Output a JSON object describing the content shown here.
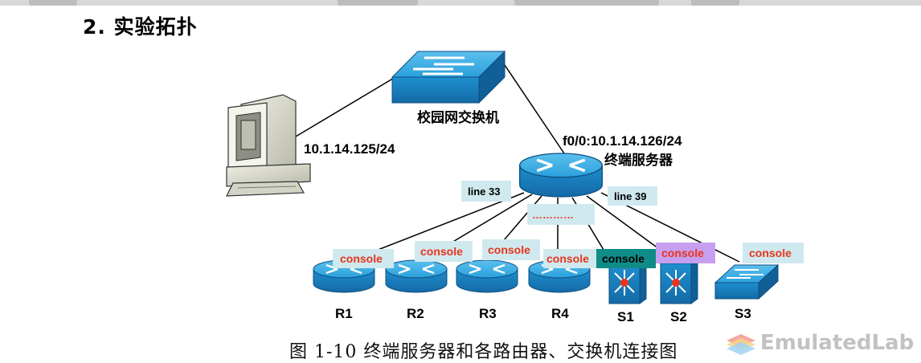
{
  "heading": "2. 实验拓扑",
  "caption": "图 1-10 终端服务器和各路由器、交换机连接图",
  "watermark": "EmulatedLab",
  "pc_ip": "10.1.14.125/24",
  "campus_switch": "校园网交换机",
  "server_interface": "f0/0:10.1.14.126/24",
  "server_name": "终端服务器",
  "line_left": "line 33",
  "line_right": "line 39",
  "ellipsis": "…………",
  "console_label": "console",
  "devices": {
    "r1": "R1",
    "r2": "R2",
    "r3": "R3",
    "r4": "R4",
    "s1": "S1",
    "s2": "S2",
    "s3": "S3"
  },
  "colors": {
    "device_blue": "#1e8fd0",
    "console_bg": "#cfe9ee",
    "console_text": "#e8341c",
    "s1_console_bg": "#0f8c88",
    "s2_console_bg": "#c79ff0"
  }
}
